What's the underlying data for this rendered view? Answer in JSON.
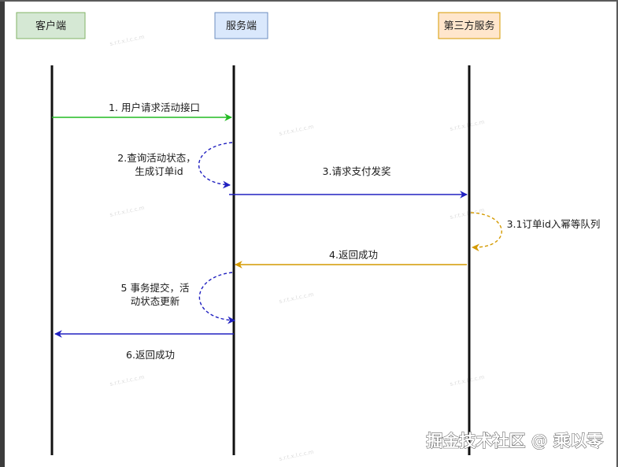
{
  "participants": {
    "client": "客户端",
    "server": "服务端",
    "third_party": "第三方服务"
  },
  "messages": {
    "m1": "1. 用户请求活动接口",
    "m2_line1": "2.查询活动状态，",
    "m2_line2": "生成订单id",
    "m3": "3.请求支付发奖",
    "m3_1": "3.1订单id入幂等队列",
    "m4": "4.返回成功",
    "m5_line1": "5 事务提交，活",
    "m5_line2": "动状态更新",
    "m6": "6.返回成功"
  },
  "watermarks": {
    "w1": "s.r.t.x.l.c.c.m",
    "w2": "s.r.t.x.l.c.c.m",
    "w3": "s.r.t.x.l.c.c.m",
    "w4": "s.r.t.x.l.c.c.m",
    "w5": "s.r.t.x.l.c.c.m",
    "w6": "s.r.t.x.l.c.c.m",
    "w7": "s.r.t.x.l.c.c.m",
    "w8": "s.r.t.x.l.c.c.m",
    "w9": "s.r.t.x.l.c.c.m"
  },
  "brand": "掘金技术社区 @ 乘以零",
  "colors": {
    "client_fill": "#d5e8d4",
    "client_stroke": "#82b366",
    "server_fill": "#dae8fc",
    "server_stroke": "#6c8ebf",
    "third_fill": "#ffe6cc",
    "third_stroke": "#d79b00",
    "green_arrow": "#22bb22",
    "blue_arrow": "#2020c0",
    "orange_arrow": "#d49a00",
    "lifeline": "#111111"
  }
}
